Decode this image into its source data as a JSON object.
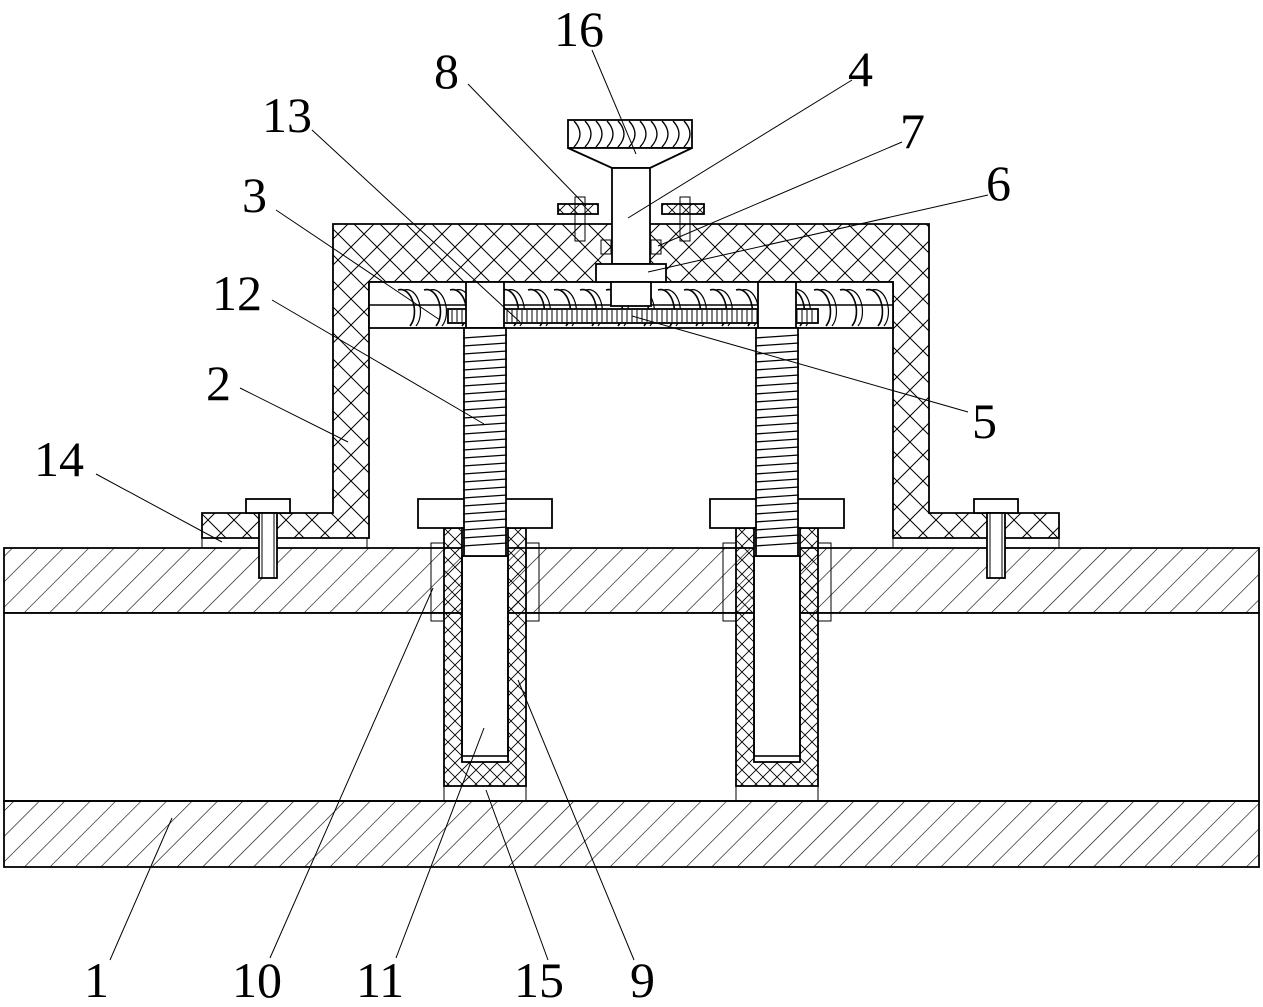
{
  "figure": {
    "type": "mechanical-section-drawing",
    "labels": [
      {
        "id": "1",
        "text": "1"
      },
      {
        "id": "2",
        "text": "2"
      },
      {
        "id": "3",
        "text": "3"
      },
      {
        "id": "4",
        "text": "4"
      },
      {
        "id": "5",
        "text": "5"
      },
      {
        "id": "6",
        "text": "6"
      },
      {
        "id": "7",
        "text": "7"
      },
      {
        "id": "8",
        "text": "8"
      },
      {
        "id": "9",
        "text": "9"
      },
      {
        "id": "10",
        "text": "10"
      },
      {
        "id": "11",
        "text": "11"
      },
      {
        "id": "12",
        "text": "12"
      },
      {
        "id": "13",
        "text": "13"
      },
      {
        "id": "14",
        "text": "14"
      },
      {
        "id": "15",
        "text": "15"
      },
      {
        "id": "16",
        "text": "16"
      }
    ]
  }
}
